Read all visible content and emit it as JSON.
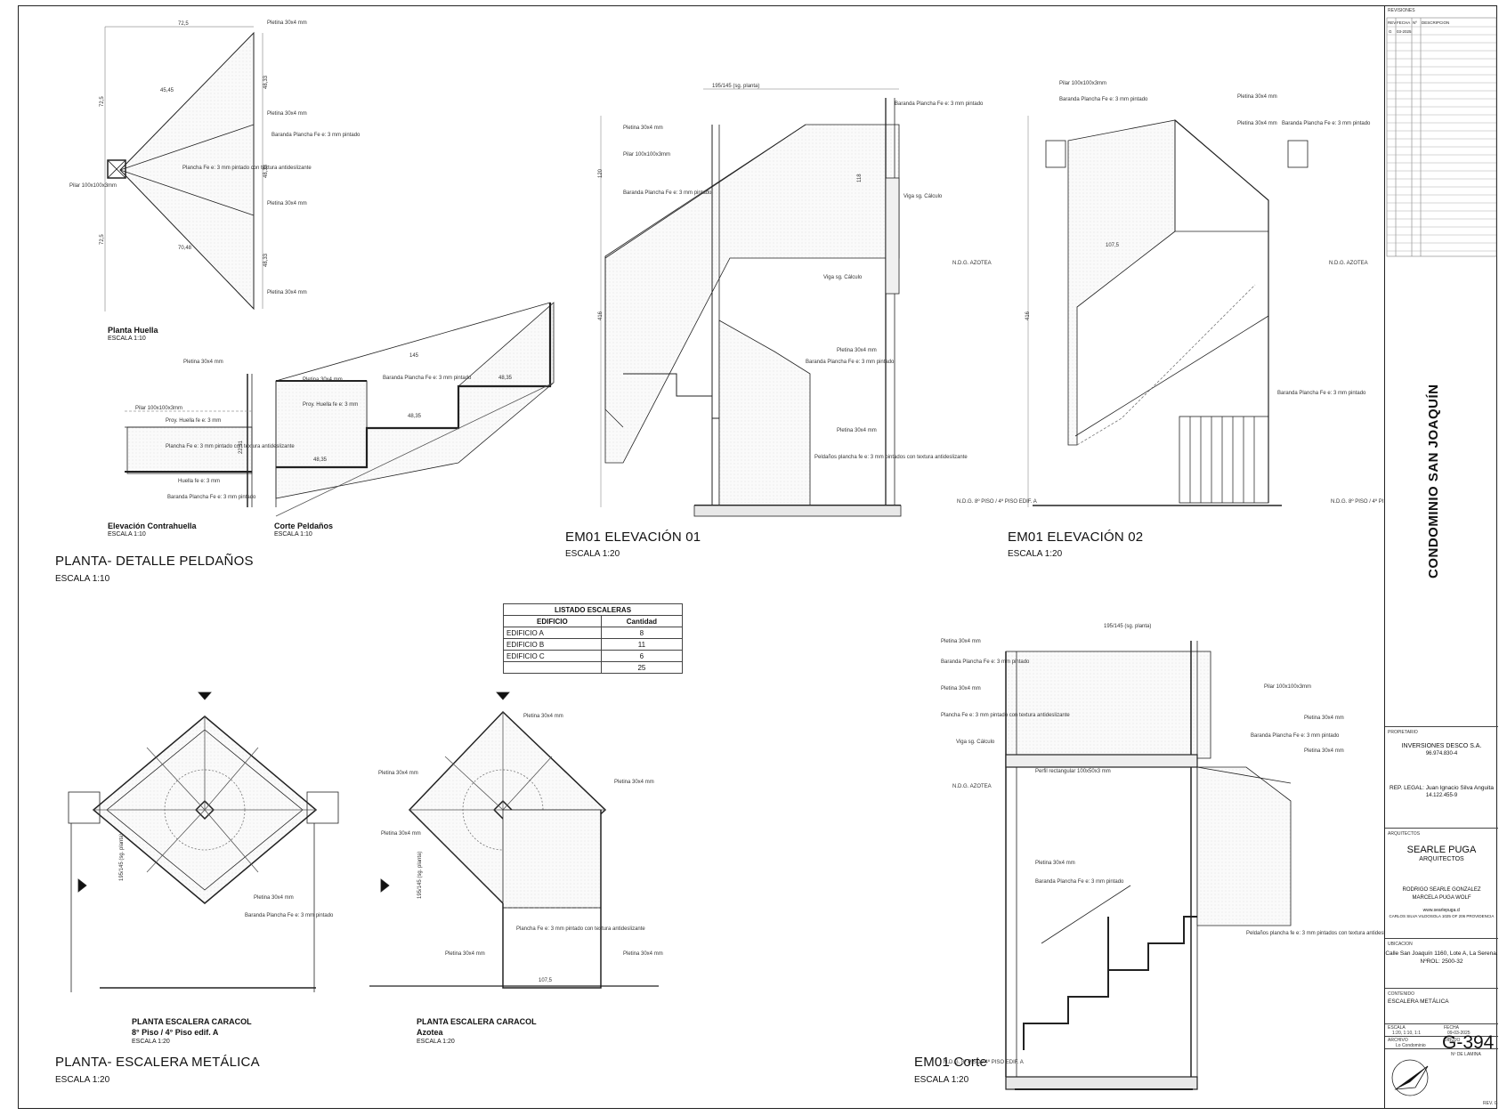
{
  "sheet": {
    "project": "CONDOMINIO SAN JOAQUÍN",
    "number": "G-394",
    "revision": "REV. G"
  },
  "views": {
    "detalle_peldanos": {
      "title": "PLANTA- DETALLE PELDAÑOS",
      "scale": "ESCALA 1:10"
    },
    "planta_huella": {
      "title": "Planta Huella",
      "scale": "ESCALA 1:10"
    },
    "elevacion_contrahuella": {
      "title": "Elevación Contrahuella",
      "scale": "ESCALA 1:10"
    },
    "corte_peldanos": {
      "title": "Corte Peldaños",
      "scale": "ESCALA 1:10"
    },
    "elevacion01": {
      "title": "EM01 ELEVACIÓN 01",
      "scale": "ESCALA 1:20"
    },
    "elevacion02": {
      "title": "EM01 ELEVACIÓN 02",
      "scale": "ESCALA 1:20"
    },
    "corte": {
      "title": "EM01 Corte",
      "scale": "ESCALA 1:20"
    },
    "escalera_metalica": {
      "title": "PLANTA- ESCALERA METÁLICA",
      "scale": "ESCALA 1:20"
    },
    "caracol_8": {
      "title": "PLANTA ESCALERA CARACOL",
      "subtitle": "8° Piso / 4° Piso edif. A",
      "scale": "ESCALA 1:20"
    },
    "caracol_azotea": {
      "title": "PLANTA ESCALERA CARACOL",
      "subtitle": "Azotea",
      "scale": "ESCALA 1:20"
    }
  },
  "listado": {
    "title": "LISTADO ESCALERAS",
    "headers": [
      "EDIFICIO",
      "Cantidad"
    ],
    "rows": [
      {
        "edificio": "EDIFICIO A",
        "cantidad": "8"
      },
      {
        "edificio": "EDIFICIO B",
        "cantidad": "11"
      },
      {
        "edificio": "EDIFICIO C",
        "cantidad": "6"
      },
      {
        "edificio": "",
        "cantidad": "25"
      }
    ]
  },
  "notes": {
    "pletina": "Pletina 30x4 mm",
    "baranda": "Baranda Plancha Fe e: 3 mm pintado",
    "pilar": "Pilar 100x100x3mm",
    "plancha": "Plancha Fe e: 3 mm pintado con textura antideslizante",
    "viga": "Viga sg. Cálculo",
    "ndg_azotea": "N.D.G. AZOTEA",
    "ndg_piso": "N.D.G. 8º PISO / 4º PISO EDIF. A",
    "proy_huella": "Proy. Huella fe e: 3 mm",
    "huella": "Huella fe e: 3 mm",
    "perfil": "Perfil rectangular 100x50x3 mm",
    "peldanos": "Peldaños plancha fe e: 3 mm pintados con textura antideslizante",
    "dim_725": "72,5",
    "dim_4833": "48,33",
    "dim_145": "145",
    "dim_4835": "48,35",
    "dim_2231": "22,31",
    "dim_195": "195/145 (sg. planta)",
    "dim_1075": "107,5",
    "dim_416": "416",
    "dim_120": "120",
    "dim_118": "118",
    "dim_4545": "45,45",
    "dim_7048": "70,48"
  },
  "title_block": {
    "revisiones_label": "REVISIONES",
    "rev_headers": [
      "REV",
      "FECHA",
      "Nº",
      "DESCRIPCION"
    ],
    "rev_first": [
      "G",
      "03-2025",
      "",
      ""
    ],
    "propietario_label": "PROPIETARIO",
    "propietario": "INVERSIONES DESCO S.A.",
    "propietario_rut": "96.974.830-4",
    "rep_legal": "REP. LEGAL: Juan Ignacio Silva Anguita",
    "rep_rut": "14.122.455-9",
    "arquitectos_label": "ARQUITECTOS",
    "firma": "SEARLE PUGA",
    "firma_sub": "ARQUITECTOS",
    "arq1": "RODRIGO SEARLE GONZALEZ",
    "arq2": "MARCELA PUGA WOLF",
    "web": "www.searlepuga.cl",
    "direccion_arq": "CARLOS SILVA VILDOSOLA 1025 OF 206 PROVIDENCIA",
    "ubicacion_label": "UBICACION",
    "ubicacion": "Calle San Joaquín 1160, Lote A, La Serena.",
    "nprol": "NºROL: 2500-32",
    "contenido_label": "CONTENIDO",
    "contenido": "ESCALERA METÁLICA",
    "escala_label": "ESCALA",
    "escala": "1:20, 1:10, 1:1",
    "fecha_label": "FECHA",
    "fecha": "09-03-2025",
    "archivo_label": "ARCHIVO",
    "archivo": "Lo Condominio",
    "dibujo_label": "DIBUJO",
    "lamina_label": "Nº DE LAMINA"
  }
}
